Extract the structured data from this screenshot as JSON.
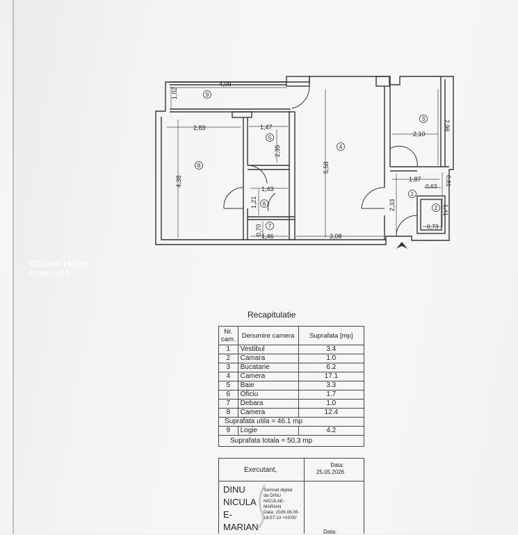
{
  "watermark": {
    "line1": "Global Home",
    "line2": "ROMANIA"
  },
  "plan": {
    "dims": {
      "d409": "4,09",
      "d102": "1,02",
      "d283": "2,83",
      "d147": "1,47",
      "d235": "2,35",
      "d438": "4,38",
      "d558": "5,58",
      "d143": "1,43",
      "d121": "1,21",
      "d070": "0,70",
      "d146": "1,46",
      "d308": "3,08",
      "d296": "2,96",
      "d210": "2,10",
      "d187": "1,87",
      "d063": "0,63",
      "d081": "0,81",
      "d141": "1,41",
      "d233": "2,33",
      "d073": "0,73"
    },
    "rooms": {
      "r1": "1",
      "r2": "2",
      "r3": "3",
      "r4": "4",
      "r5": "5",
      "r6": "6",
      "r7": "7",
      "r8": "8",
      "r9": "9"
    }
  },
  "recap": {
    "title": "Recapitulatie",
    "headers": {
      "nr": "Nr. cam.",
      "name": "Denumire camera",
      "area": "Suprafata [mp]"
    },
    "rows": [
      {
        "nr": "1",
        "name": "Vestibul",
        "area": "3.4"
      },
      {
        "nr": "2",
        "name": "Camara",
        "area": "1.0"
      },
      {
        "nr": "3",
        "name": "Bucatarie",
        "area": "6.2"
      },
      {
        "nr": "4",
        "name": "Camera",
        "area": "17.1"
      },
      {
        "nr": "5",
        "name": "Baie",
        "area": "3.3"
      },
      {
        "nr": "6",
        "name": "Oficiu",
        "area": "1.7"
      },
      {
        "nr": "7",
        "name": "Debara",
        "area": "1.0"
      },
      {
        "nr": "8",
        "name": "Camera",
        "area": "12.4"
      }
    ],
    "useful": "Suprafata utila = 46.1 mp",
    "row9": {
      "nr": "9",
      "name": "Logie",
      "area": "4.2"
    },
    "total": "Suprafata totala = 50.3 mp"
  },
  "signature": {
    "executant": "Executant,",
    "date_label": "Data:",
    "date_value": "25.05.2026",
    "name_lines": [
      "DINU",
      "NICULA",
      "E-",
      "MARIAN"
    ],
    "digital_lines": [
      "Semnat digital",
      "de DINU",
      "NICULAE-",
      "MARIAN",
      "Data: 2026.06.05",
      "18:57:13 +03'00'"
    ],
    "date_label2": "Data:"
  }
}
